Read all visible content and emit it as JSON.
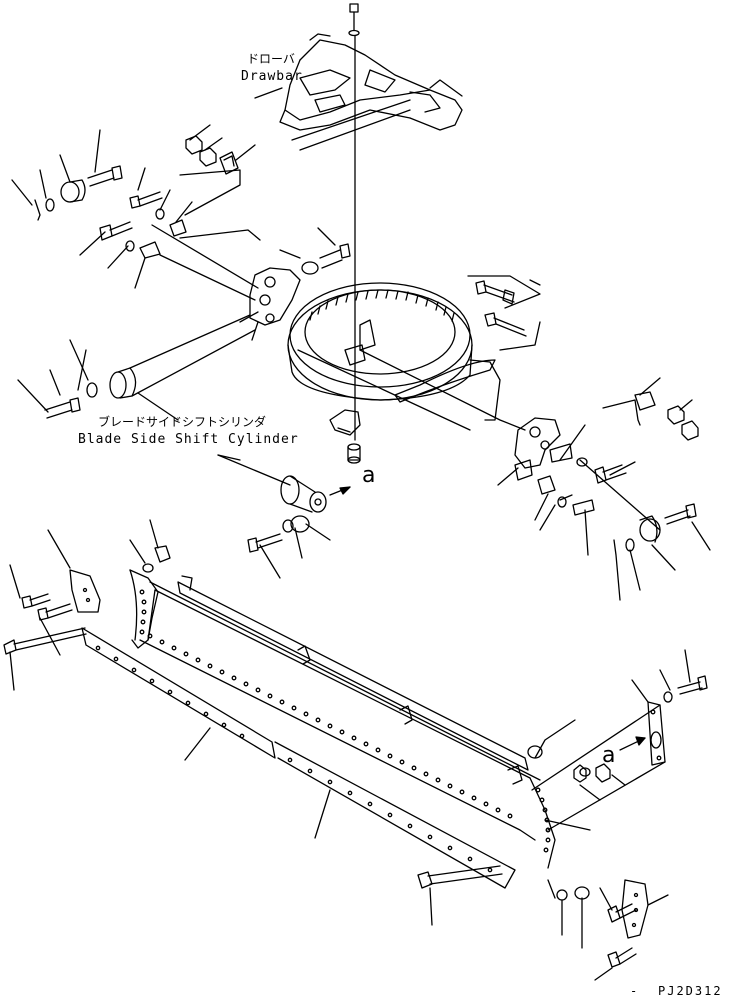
{
  "labels": {
    "drawbar_jp": "ドローバ",
    "drawbar_en": "Drawbar",
    "cylinder_jp": "ブレードサイドシフトシリンダ",
    "cylinder_en": "Blade Side Shift Cylinder",
    "callout_a1": "a",
    "callout_a2": "a"
  },
  "footer": {
    "dash": "-",
    "drawing_code": "PJ2D312"
  },
  "colors": {
    "ink": "#000000",
    "paper": "#ffffff"
  }
}
